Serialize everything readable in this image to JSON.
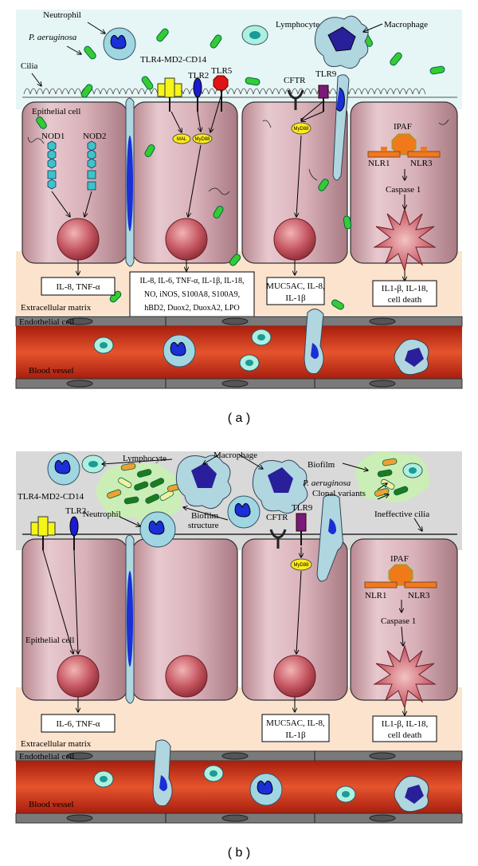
{
  "panel_a": {
    "caption": "( a )",
    "labels": {
      "neutrophil": "Neutrophil",
      "p_aeruginosa": "P. aeruginosa",
      "cilia": "Cilia",
      "lymphocyte": "Lymphocyte",
      "macrophage": "Macrophage",
      "tlr4": "TLR4-MD2-CD14",
      "tlr2": "TLR2",
      "tlr5": "TLR5",
      "cftr": "CFTR",
      "tlr9": "TLR9",
      "epithelial_cell": "Epithelial cell",
      "nod1": "NOD1",
      "nod2": "NOD2",
      "mal": "MAL",
      "myd88_1": "MyD88",
      "myd88_2": "MyD88",
      "ipaf": "IPAF",
      "nlr1": "NLR1",
      "nlr3": "NLR3",
      "caspase": "Caspase 1",
      "ecm": "Extracellular matrix",
      "endothelial": "Endothelial cell",
      "blood_vessel": "Blood vessel"
    },
    "boxes": {
      "box1": [
        "IL-8, TNF-α"
      ],
      "box2": [
        "IL-8, IL-6, TNF-α, IL-1β, IL-18,",
        "NO, iNOS, S100A8, S100A9,",
        "hBD2, Duox2, DuoxA2, LPO"
      ],
      "box3": [
        "MUC5AC, IL-8,",
        "IL-1β"
      ],
      "box4": [
        "IL1-β, IL-18,",
        "cell death"
      ]
    }
  },
  "panel_b": {
    "caption": "( b )",
    "labels": {
      "lymphocyte": "Lymphocyte",
      "macrophage": "Macrophage",
      "biofilm": "Biofilm",
      "tlr4": "TLR4-MD2-CD14",
      "tlr2": "TLR2",
      "neutrophil": "Neutrophil",
      "biofilm_structure_1": "Biofilm",
      "biofilm_structure_2": "structure",
      "p_aeruginosa": "P. aeruginosa",
      "clonal": "Clonal variants",
      "cftr": "CFTR",
      "tlr9": "TLR9",
      "ineffective_cilia": "Ineffective cilia",
      "myd88": "MyD88",
      "ipaf": "IPAF",
      "nlr1": "NLR1",
      "nlr3": "NLR3",
      "caspase": "Caspase 1",
      "epithelial_cell": "Epithelial cell",
      "ecm": "Extracellular matrix",
      "endothelial": "Endothelial cell",
      "blood_vessel": "Blood vessel"
    },
    "boxes": {
      "box1": [
        "IL-6, TNF-α"
      ],
      "box3": [
        "MUC5AC, IL-8,",
        "IL-1β"
      ],
      "box4": [
        "IL1-β, IL-18,",
        "cell death"
      ]
    }
  },
  "colors": {
    "airway_a": "#e6f5f5",
    "airway_b": "#d9d9d9",
    "cell_fill": "#d8aeb6",
    "ecm": "#fbe3cd",
    "blood": "#d8361c",
    "bacteria": "#33cc33",
    "nucleus": "#c0505a"
  }
}
